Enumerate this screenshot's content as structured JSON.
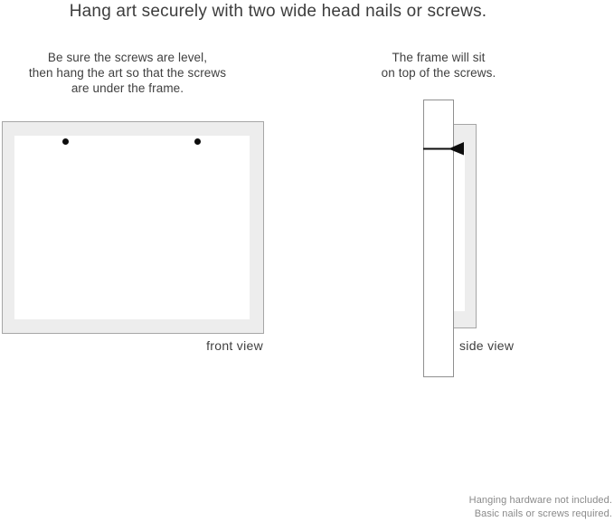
{
  "title": "Hang art securely with two wide head nails or screws.",
  "front_view": {
    "instruction_lines": [
      "Be sure the screws are level,",
      "then hang the art so that the screws",
      "are under the frame."
    ],
    "label": "front view",
    "nail_count": 2
  },
  "side_view": {
    "instruction_lines": [
      "The frame will sit",
      "on top of the screws."
    ],
    "label": "side view"
  },
  "footnote": {
    "lines": [
      "Hanging hardware not included.",
      "Basic nails or screws required."
    ]
  },
  "colors": {
    "background": "#ffffff",
    "frame_fill": "#ededed",
    "frame_border": "#a6a6a6",
    "text_primary": "#3d3d3d",
    "text_muted": "#8a8a8a",
    "nail": "#0d0d0d"
  },
  "icons": {
    "front_nails": "nail-dot-icon",
    "side_nail": "nail-side-icon"
  }
}
